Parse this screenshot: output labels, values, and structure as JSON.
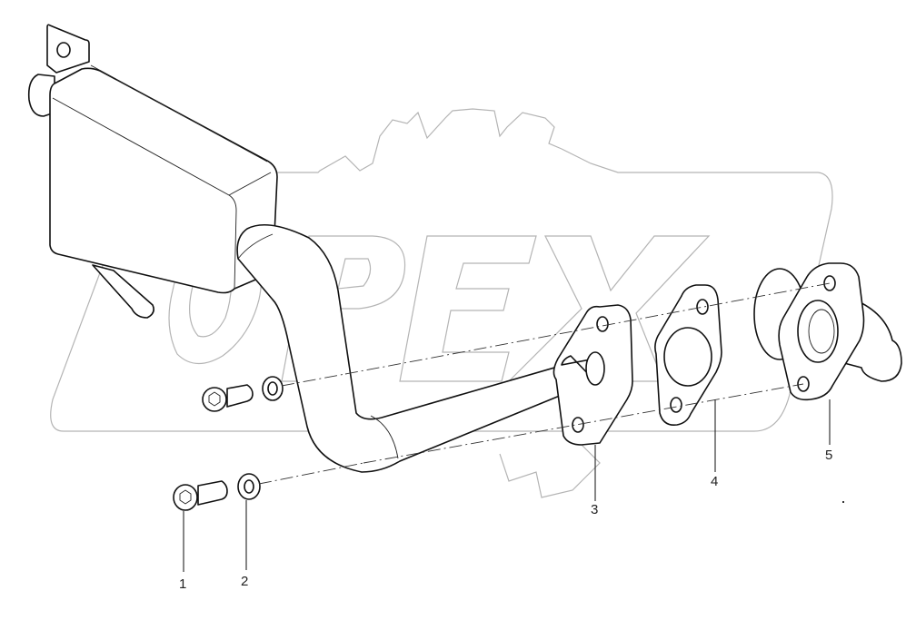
{
  "diagram": {
    "type": "exploded-parts-diagram",
    "watermark": "OPEX",
    "parts": [
      {
        "id": "1",
        "label": "1",
        "name": "socket-head-cap-screw"
      },
      {
        "id": "2",
        "label": "2",
        "name": "washer"
      },
      {
        "id": "3",
        "label": "3",
        "name": "pipe-with-flange"
      },
      {
        "id": "4",
        "label": "4",
        "name": "gasket"
      },
      {
        "id": "5",
        "label": "5",
        "name": "flange-fitting"
      }
    ],
    "unlabeled_parts": [
      "tank-reservoir"
    ]
  },
  "colors": {
    "line": "#111111",
    "watermark": "#b4b4b4",
    "background": "#ffffff"
  }
}
